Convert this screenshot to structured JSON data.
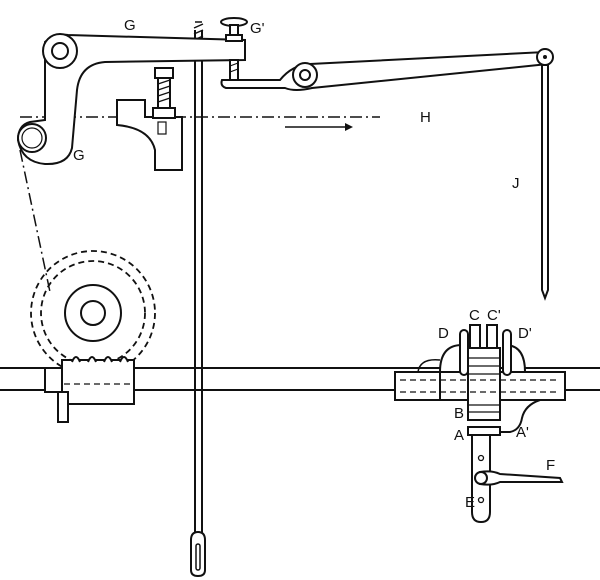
{
  "figure": {
    "labels": {
      "G_top": "G",
      "G_prime": "G'",
      "G_bottom": "G",
      "H": "H",
      "J": "J",
      "C": "C",
      "C_prime": "C'",
      "D": "D",
      "D_prime": "D'",
      "B": "B",
      "A": "A",
      "A_prime": "A'",
      "F": "F",
      "E": "E"
    }
  }
}
